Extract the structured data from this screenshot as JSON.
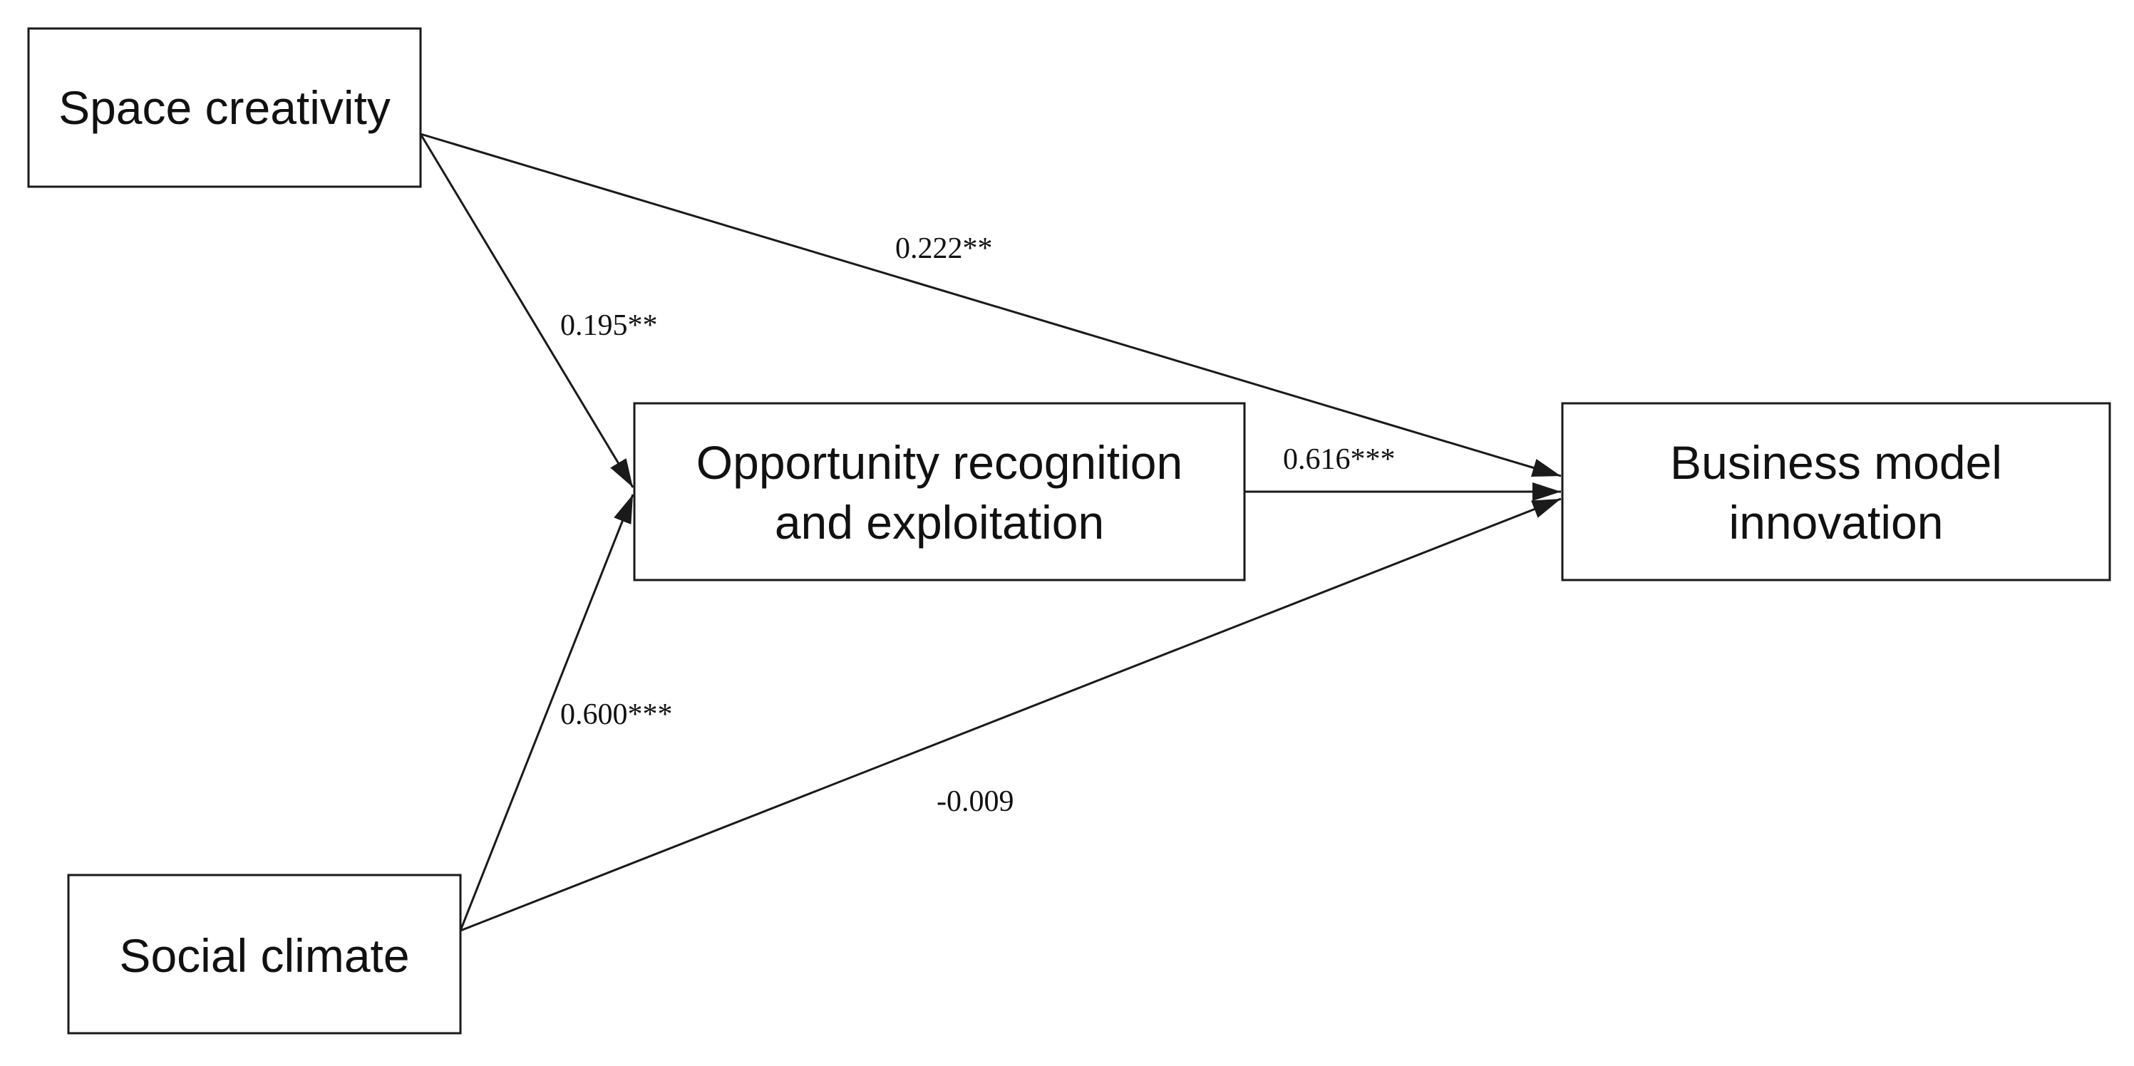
{
  "nodes": {
    "space_creativity": {
      "label": "Space creativity"
    },
    "social_climate": {
      "label": "Social climate"
    },
    "opportunity": {
      "line1": "Opportunity recognition",
      "line2": "and exploitation"
    },
    "bmi": {
      "line1": "Business model",
      "line2": "innovation"
    }
  },
  "edges": {
    "space_to_opportunity": {
      "coefficient": "0.195**"
    },
    "space_to_bmi": {
      "coefficient": "0.222**"
    },
    "social_to_opportunity": {
      "coefficient": "0.600***"
    },
    "social_to_bmi": {
      "coefficient": "-0.009"
    },
    "opportunity_to_bmi": {
      "coefficient": "0.616***"
    }
  }
}
